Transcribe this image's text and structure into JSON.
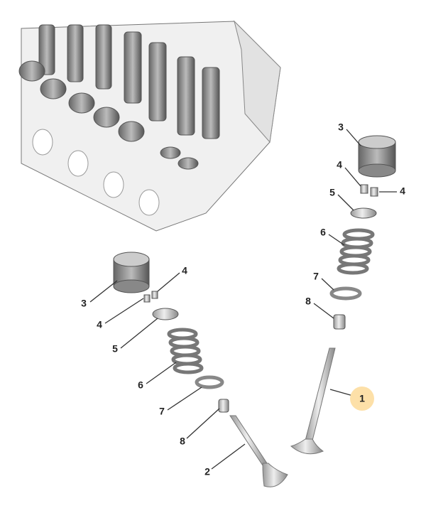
{
  "diagram": {
    "callouts": {
      "valve_exhaust": "1",
      "valve_intake": "2",
      "tappet_right": "3",
      "collet_right_a": "4",
      "collet_right_b": "4",
      "spring_cap_right": "5",
      "spring_right": "6",
      "spring_seat_right": "7",
      "stem_seal_right": "8",
      "tappet_left": "3",
      "collet_left_a": "4",
      "collet_left_b": "4",
      "spring_cap_left": "5",
      "spring_left": "6",
      "spring_seat_left": "7",
      "stem_seal_left": "8"
    },
    "highlight_color": "#fde0a8"
  }
}
